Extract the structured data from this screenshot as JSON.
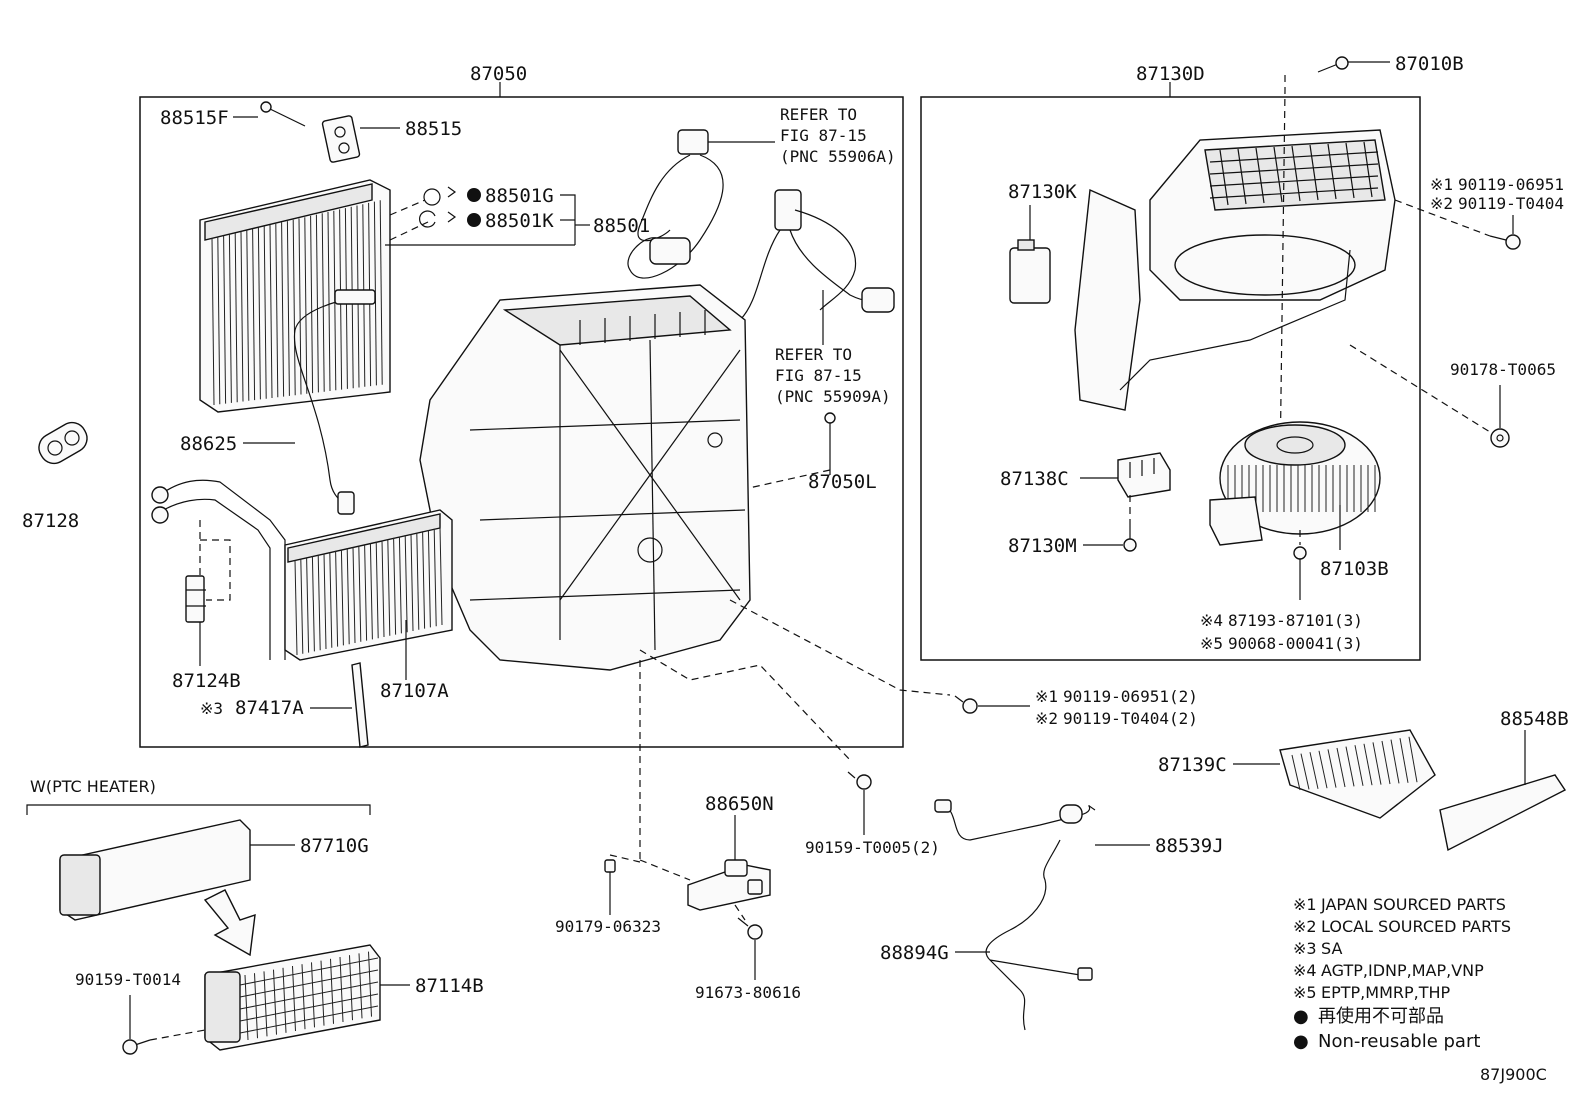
{
  "labels": {
    "p87050": "87050",
    "p88515F": "88515F",
    "p88515": "88515",
    "p88501G": "88501G",
    "p88501K": "88501K",
    "p88501": "88501",
    "p88625": "88625",
    "p87128": "87128",
    "p87124B": "87124B",
    "p87417A": "87417A",
    "p87107A": "87107A",
    "p87050L": "87050L",
    "p87130D": "87130D",
    "p87010B": "87010B",
    "p87130K": "87130K",
    "p87138C": "87138C",
    "p87130M": "87130M",
    "p87103B": "87103B",
    "p90178T0065": "90178-T0065",
    "p88548B": "88548B",
    "p87139C": "87139C",
    "p88650N": "88650N",
    "p90159T0005": "90159-T0005(2)",
    "p88539J": "88539J",
    "p88894G": "88894G",
    "p90179": "90179-06323",
    "p91673": "91673-80616",
    "p87710G": "87710G",
    "p87114B": "87114B",
    "p90159T0014": "90159-T0014"
  },
  "refer1": [
    "REFER TO",
    "FIG 87-15",
    "(PNC 55906A)"
  ],
  "refer2": [
    "REFER TO",
    "FIG 87-15",
    "(PNC 55909A)"
  ],
  "marks": {
    "m3": "※3",
    "m4": "※4",
    "m5": "※5",
    "dot_g": "●",
    "dot_k": "●"
  },
  "bolt_right": {
    "m1": "※1",
    "m2": "※2",
    "v1": "90119-06951",
    "v2": "90119-T0404"
  },
  "bolt_mid": {
    "m1": "※1",
    "m2": "※2",
    "v1": "90119-06951(2)",
    "v2": "90119-T0404(2)"
  },
  "blower_bolts": {
    "v4": "87193-87101(3)",
    "v5": "90068-00041(3)"
  },
  "ptc_title": "W(PTC HEATER)",
  "legend": [
    {
      "mark": "※1",
      "text": "JAPAN SOURCED PARTS"
    },
    {
      "mark": "※2",
      "text": "LOCAL SOURCED PARTS"
    },
    {
      "mark": "※3",
      "text": "SA"
    },
    {
      "mark": "※4",
      "text": "AGTP,IDNP,MAP,VNP"
    },
    {
      "mark": "※5",
      "text": "EPTP,MMRP,THP"
    },
    {
      "mark": "●",
      "text": "再使用不可部品"
    },
    {
      "mark": "●",
      "text": "Non-reusable part"
    }
  ],
  "figure_code": "87J900C"
}
